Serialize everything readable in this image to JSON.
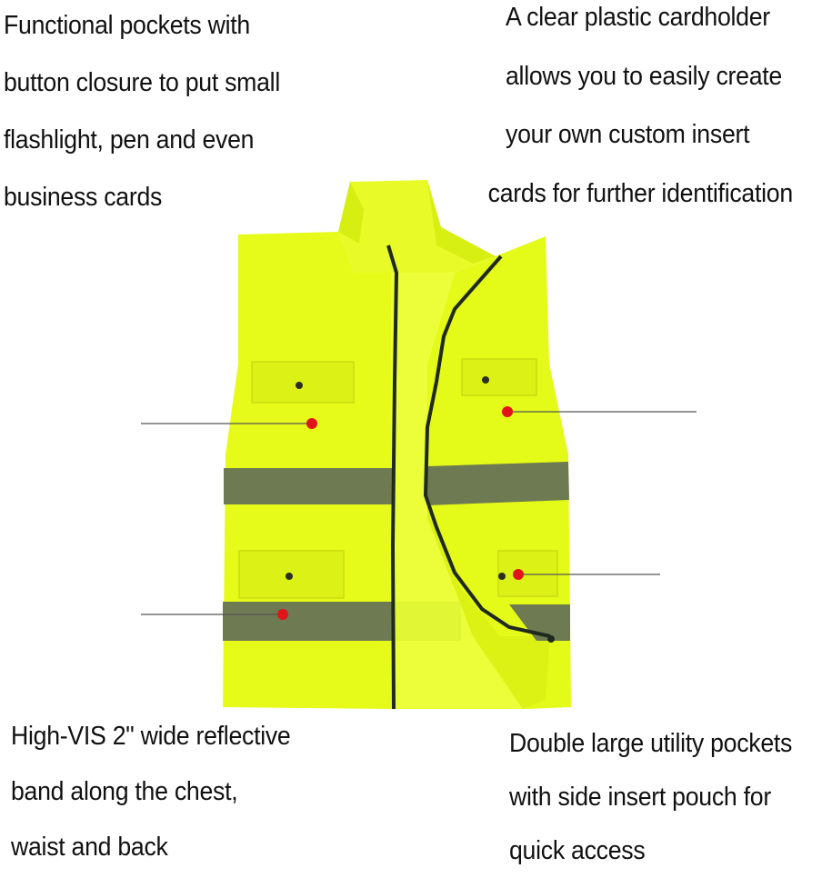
{
  "captions": {
    "top_left": [
      "Functional pockets with",
      "button closure to put small",
      "flashlight, pen and even",
      "business cards"
    ],
    "top_right": [
      "A clear plastic cardholder",
      "allows you to easily create",
      "your own custom insert",
      "cards for further identification"
    ],
    "bottom_left": [
      "High-VIS 2\" wide reflective",
      "band along the chest,",
      "waist and back"
    ],
    "bottom_right": [
      "Double large utility pockets",
      "with side insert pouch for",
      "quick access"
    ]
  },
  "colors": {
    "vest": "#e6fb1a",
    "vest_shade": "#d4ec10",
    "reflective_band": "#6e7a52",
    "zipper": "#1f2a1c",
    "marker": "#e0141b",
    "callout_line": "#555555"
  }
}
